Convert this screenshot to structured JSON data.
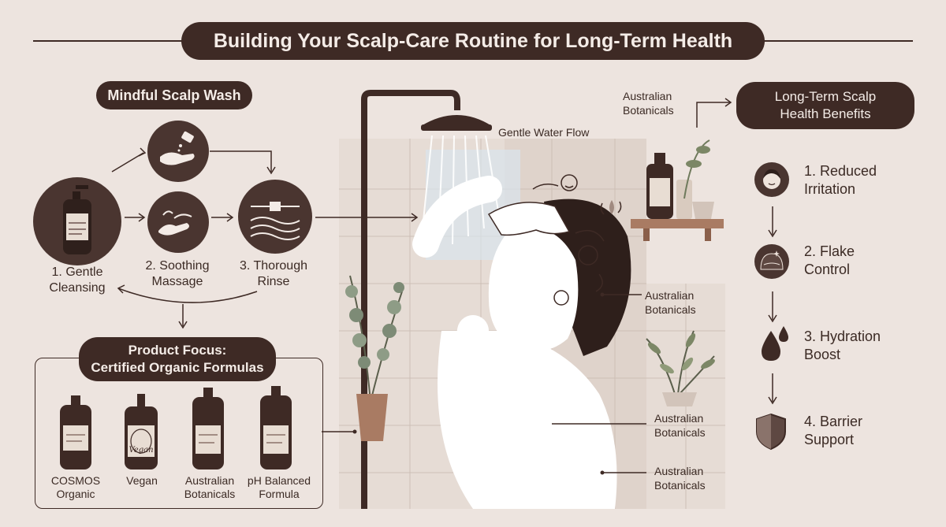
{
  "title": "Building Your Scalp-Care Routine for Long-Term Health",
  "wash": {
    "heading": "Mindful Scalp Wash",
    "steps": [
      {
        "line1": "1. Gentle",
        "line2": "Cleansing"
      },
      {
        "line1": "2. Soothing",
        "line2": "Massage"
      },
      {
        "line1": "3. Thorough",
        "line2": "Rinse"
      }
    ]
  },
  "focus": {
    "line1": "Product Focus:",
    "line2": "Certified Organic Formulas",
    "products": [
      {
        "line1": "COSMOS",
        "line2": "Organic"
      },
      {
        "line1": "Vegan",
        "line2": ""
      },
      {
        "line1": "Australian",
        "line2": "Botanicals"
      },
      {
        "line1": "pH Balanced",
        "line2": "Formula"
      }
    ],
    "vegan_badge": "Vegan"
  },
  "scene": {
    "water_label": "Gentle Water Flow",
    "shelf_label": {
      "line1": "Australian",
      "line2": "Botanicals"
    },
    "hair_label": {
      "line1": "Australian",
      "line2": "Botanicals"
    },
    "plant_label": {
      "line1": "Australian",
      "line2": "Botanicals"
    },
    "body_label": {
      "line1": "Australian",
      "line2": "Botanicals"
    }
  },
  "benefits": {
    "heading_line1": "Long-Term Scalp",
    "heading_line2": "Health Benefits",
    "items": [
      {
        "line1": "1. Reduced",
        "line2": "Irritation",
        "icon": "calm-face-icon"
      },
      {
        "line1": "2. Flake",
        "line2": "Control",
        "icon": "scalp-icon"
      },
      {
        "line1": "3. Hydration",
        "line2": "Boost",
        "icon": "water-drops-icon"
      },
      {
        "line1": "4. Barrier",
        "line2": "Support",
        "icon": "shield-icon"
      }
    ]
  },
  "colors": {
    "background": "#ede4df",
    "dark": "#3e2a25",
    "bottle": "#4a3530",
    "label": "#e8ddd3"
  }
}
